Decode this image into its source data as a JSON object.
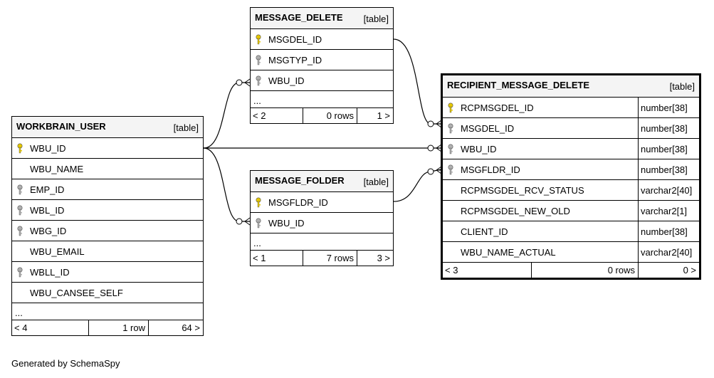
{
  "tables": {
    "workbrain_user": {
      "name": "WORKBRAIN_USER",
      "kind": "[table]",
      "columns": [
        {
          "name": "WBU_ID",
          "key": "primary"
        },
        {
          "name": "WBU_NAME",
          "key": "none"
        },
        {
          "name": "EMP_ID",
          "key": "foreign"
        },
        {
          "name": "WBL_ID",
          "key": "foreign"
        },
        {
          "name": "WBG_ID",
          "key": "foreign"
        },
        {
          "name": "WBU_EMAIL",
          "key": "none"
        },
        {
          "name": "WBLL_ID",
          "key": "foreign"
        },
        {
          "name": "WBU_CANSEE_SELF",
          "key": "none"
        }
      ],
      "ellipsis": "...",
      "footer": {
        "parents": "< 4",
        "rows": "1 row",
        "children": "64 >"
      }
    },
    "message_delete": {
      "name": "MESSAGE_DELETE",
      "kind": "[table]",
      "columns": [
        {
          "name": "MSGDEL_ID",
          "key": "primary"
        },
        {
          "name": "MSGTYP_ID",
          "key": "foreign"
        },
        {
          "name": "WBU_ID",
          "key": "foreign"
        }
      ],
      "ellipsis": "...",
      "footer": {
        "parents": "< 2",
        "rows": "0 rows",
        "children": "1 >"
      }
    },
    "message_folder": {
      "name": "MESSAGE_FOLDER",
      "kind": "[table]",
      "columns": [
        {
          "name": "MSGFLDR_ID",
          "key": "primary"
        },
        {
          "name": "WBU_ID",
          "key": "foreign"
        }
      ],
      "ellipsis": "...",
      "footer": {
        "parents": "< 1",
        "rows": "7 rows",
        "children": "3 >"
      }
    },
    "recipient_message_delete": {
      "name": "RECIPIENT_MESSAGE_DELETE",
      "kind": "[table]",
      "columns": [
        {
          "name": "RCPMSGDEL_ID",
          "key": "primary",
          "type": "number[38]"
        },
        {
          "name": "MSGDEL_ID",
          "key": "foreign",
          "type": "number[38]"
        },
        {
          "name": "WBU_ID",
          "key": "foreign",
          "type": "number[38]"
        },
        {
          "name": "MSGFLDR_ID",
          "key": "foreign",
          "type": "number[38]"
        },
        {
          "name": "RCPMSGDEL_RCV_STATUS",
          "key": "none",
          "type": "varchar2[40]"
        },
        {
          "name": "RCPMSGDEL_NEW_OLD",
          "key": "none",
          "type": "varchar2[1]"
        },
        {
          "name": "CLIENT_ID",
          "key": "none",
          "type": "number[38]"
        },
        {
          "name": "WBU_NAME_ACTUAL",
          "key": "none",
          "type": "varchar2[40]"
        }
      ],
      "footer": {
        "parents": "< 3",
        "rows": "0 rows",
        "children": "0 >"
      }
    }
  },
  "colors": {
    "primary_key": "#e6c800",
    "foreign_key": "#b0b0b0",
    "header_bg": "#f4f4f4"
  },
  "footer_text": "Generated by SchemaSpy"
}
